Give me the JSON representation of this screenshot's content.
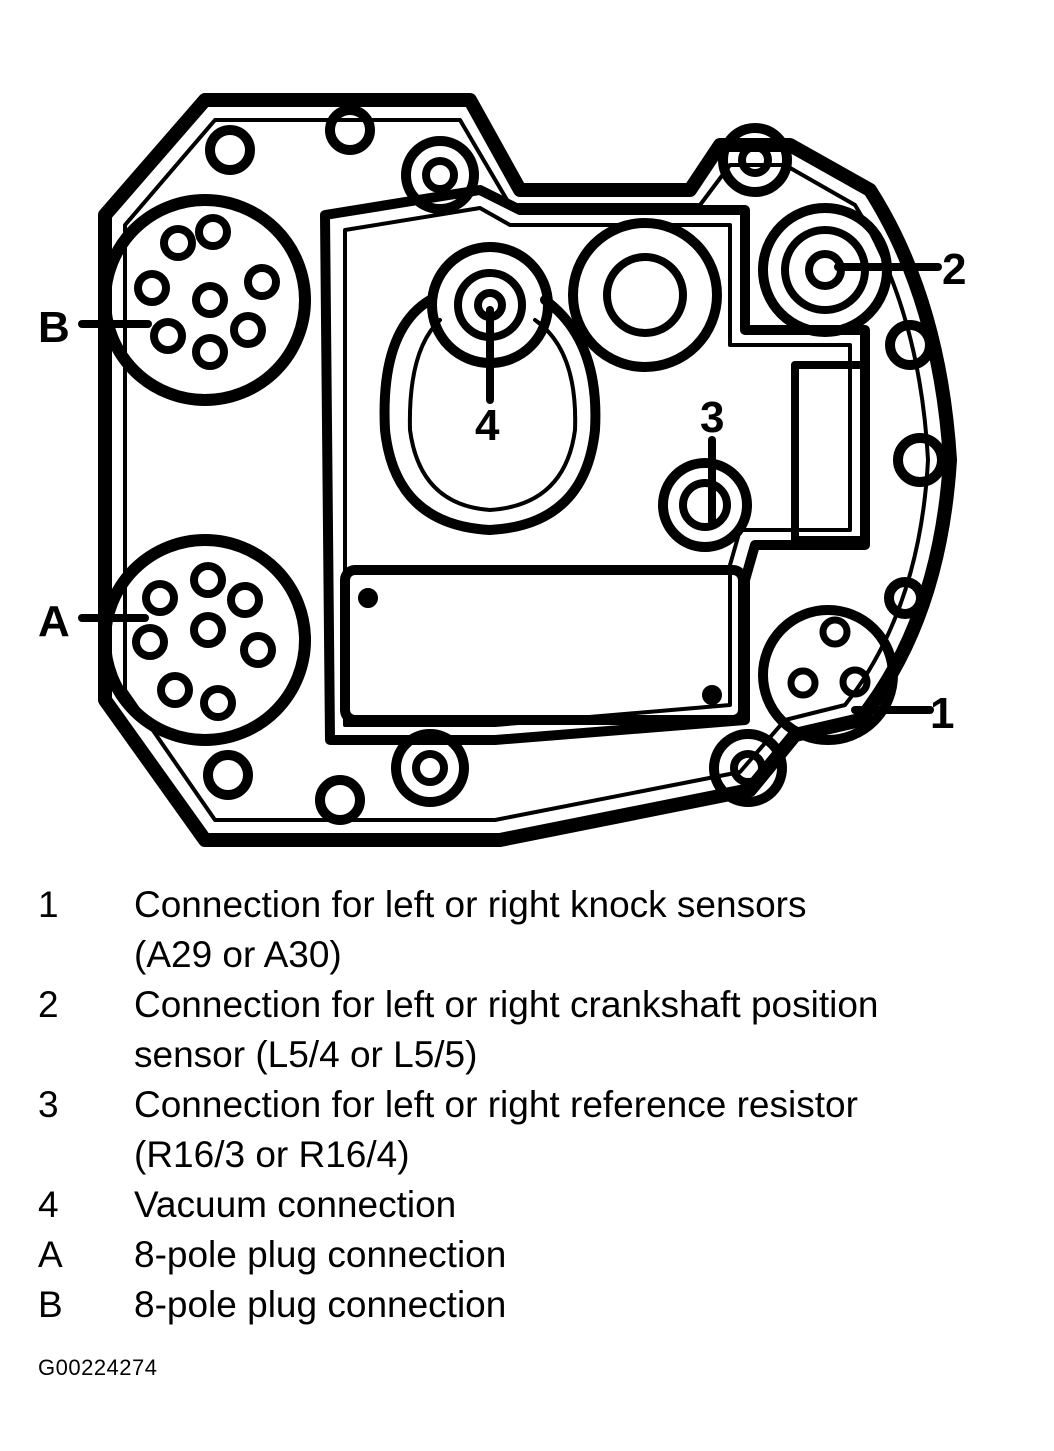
{
  "diagram": {
    "callouts": {
      "label_1": "1",
      "label_2": "2",
      "label_3": "3",
      "label_4": "4",
      "label_A": "A",
      "label_B": "B"
    }
  },
  "legend": {
    "items": [
      {
        "key": "1",
        "text": "Connection for left or right knock sensors\n(A29 or A30)"
      },
      {
        "key": "2",
        "text": "Connection for left or right crankshaft position\nsensor (L5/4 or L5/5)"
      },
      {
        "key": "3",
        "text": "Connection for left or right reference resistor\n(R16/3 or R16/4)"
      },
      {
        "key": "4",
        "text": "Vacuum connection"
      },
      {
        "key": "A",
        "text": "8-pole plug connection"
      },
      {
        "key": "B",
        "text": "8-pole plug connection"
      }
    ]
  },
  "figure_id": "G00224274"
}
